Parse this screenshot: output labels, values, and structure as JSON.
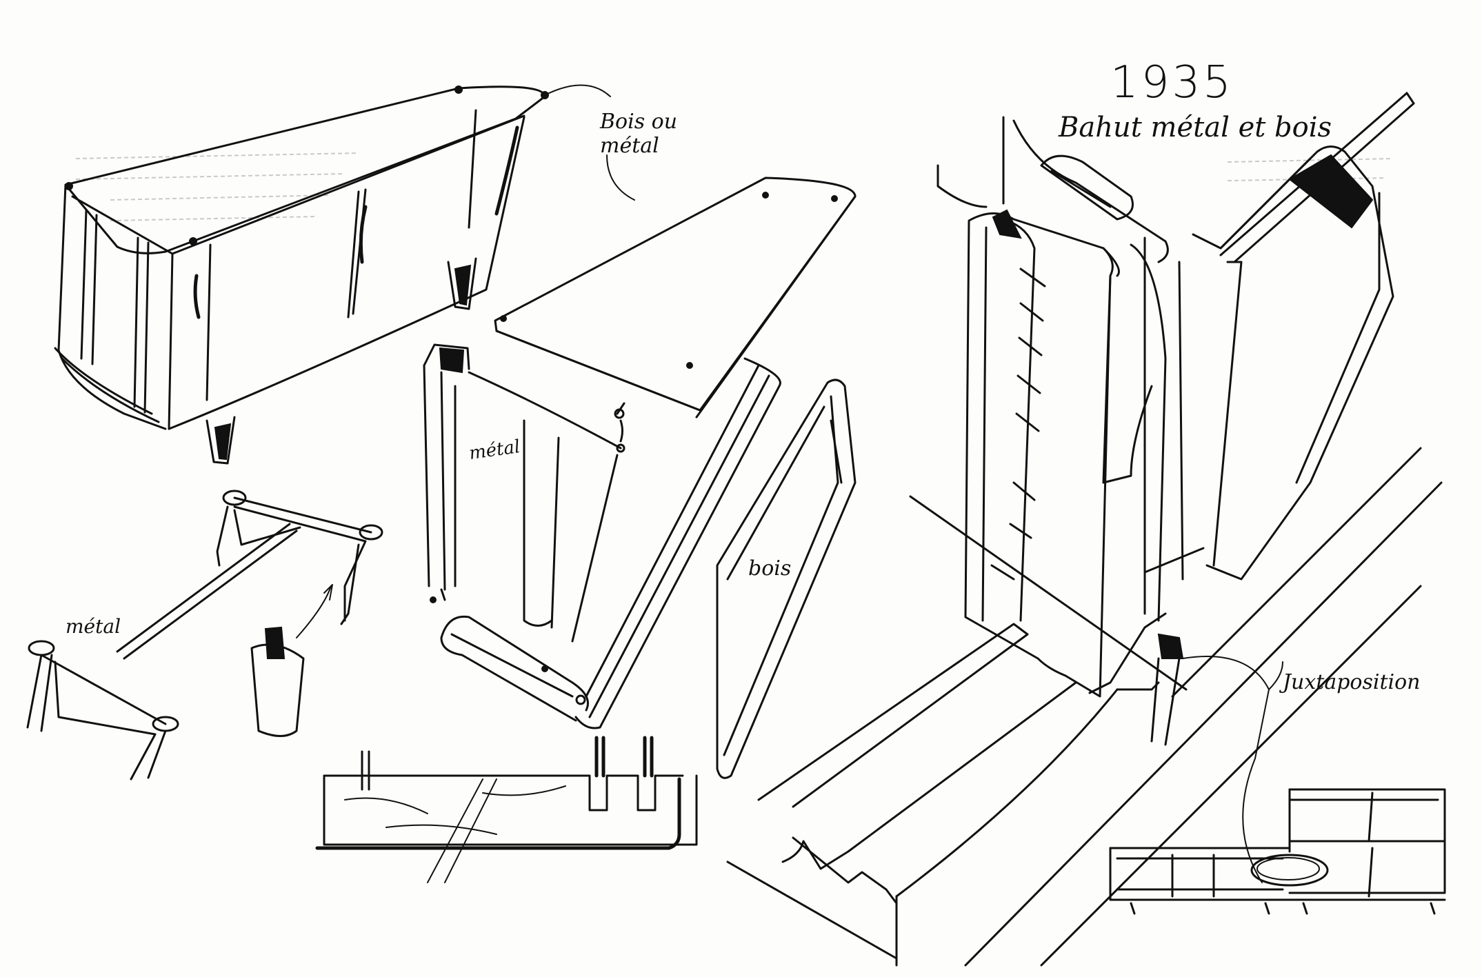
{
  "sketch": {
    "year": "1935",
    "title": "Bahut métal et bois",
    "annotations": {
      "top_material": "Bois ou métal",
      "panel_metal": "métal",
      "panel_bois": "bois",
      "leg_metal": "métal",
      "detail": "Juxtaposition"
    }
  }
}
